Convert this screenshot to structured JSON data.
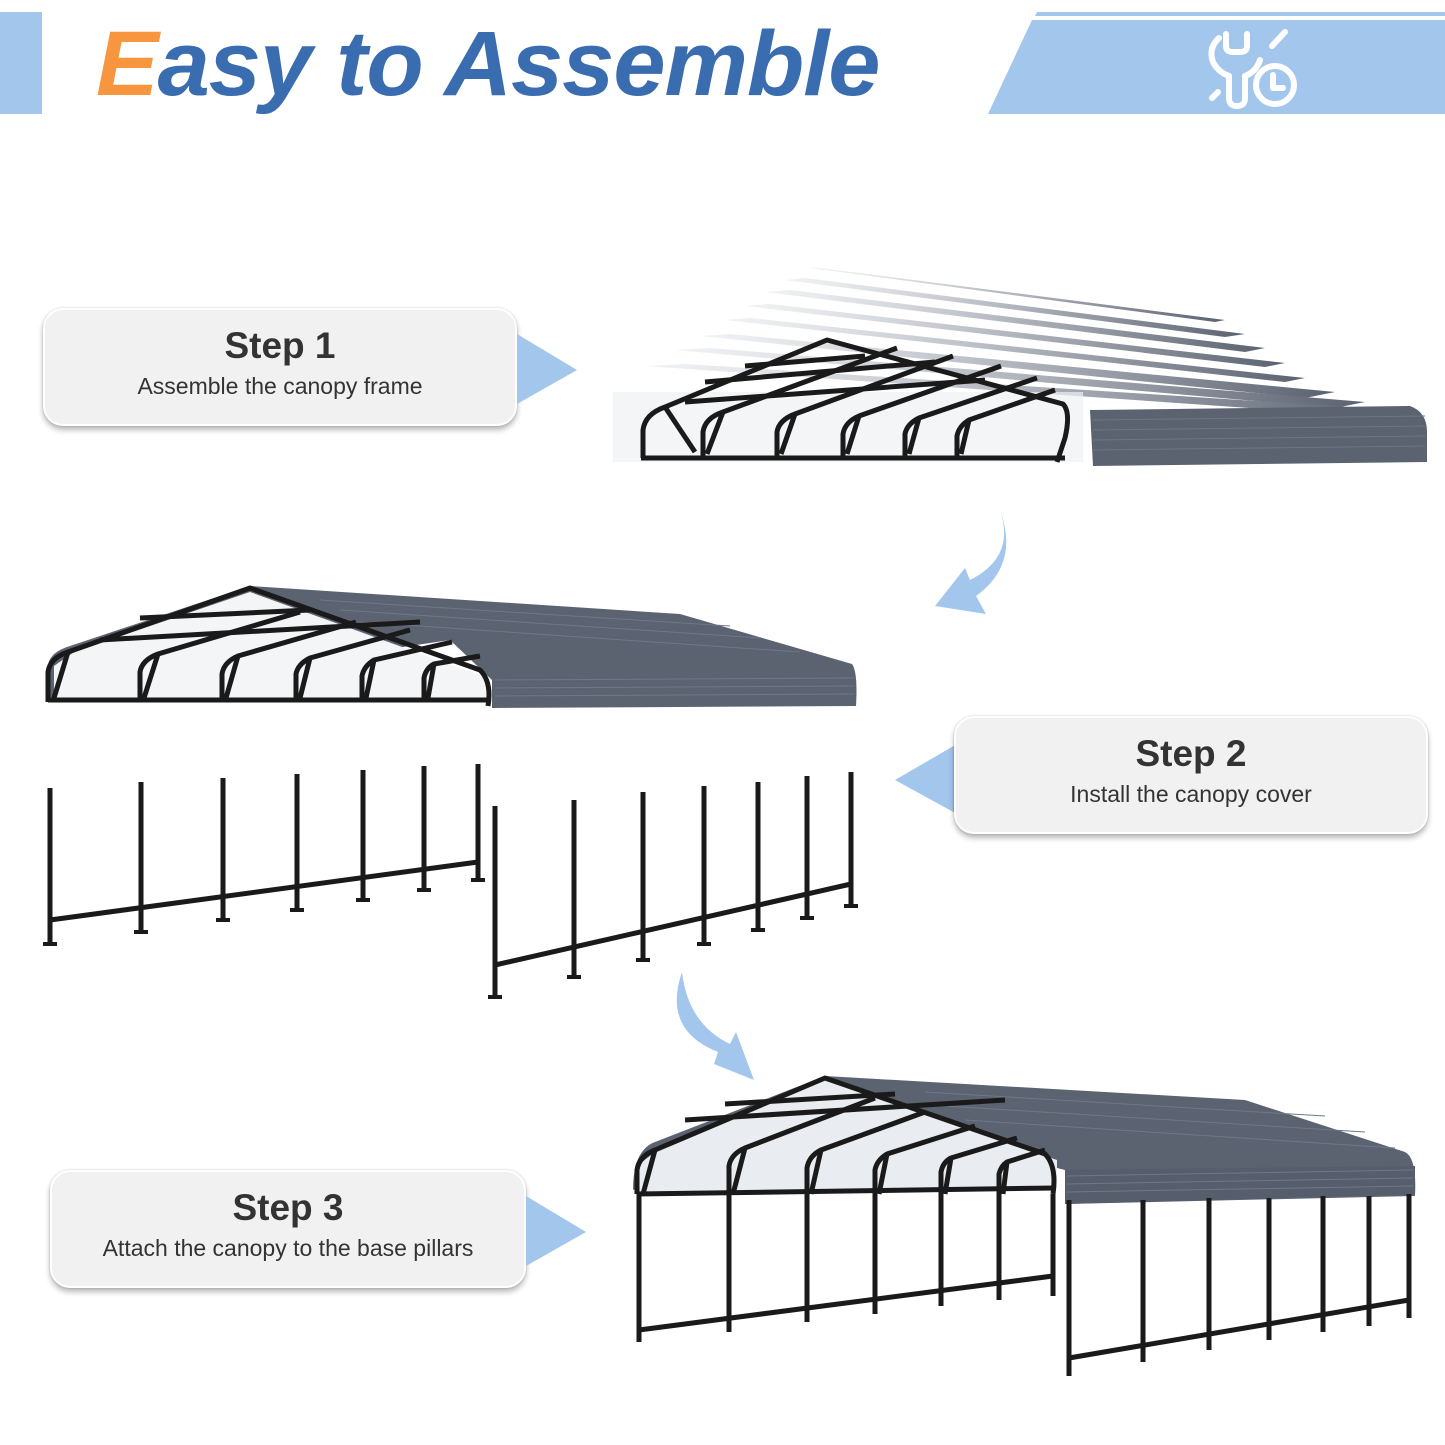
{
  "header": {
    "title_first_letter": "E",
    "title_rest": "asy to Assemble",
    "icon": "wrench-clock-icon",
    "colors": {
      "title_blue": "#3a6cb0",
      "title_orange": "#f7963e",
      "banner_light_blue": "#a3c6ec"
    }
  },
  "steps": [
    {
      "title": "Step 1",
      "description": "Assemble the canopy frame",
      "illustration": "canopy-frame-with-roof-panels"
    },
    {
      "title": "Step 2",
      "description": "Install the canopy cover",
      "illustration": "covered-canopy-and-base-pillars"
    },
    {
      "title": "Step 3",
      "description": "Attach the canopy to the base pillars",
      "illustration": "assembled-carport"
    }
  ],
  "arrows": [
    {
      "name": "curved-arrow-down-left"
    },
    {
      "name": "curved-arrow-down-right"
    }
  ],
  "colors": {
    "box_bg": "#f1f1f1",
    "text": "#333333",
    "pointer": "#a3c6ec",
    "roof": "#5b6270",
    "frame": "#1a1a1a"
  }
}
